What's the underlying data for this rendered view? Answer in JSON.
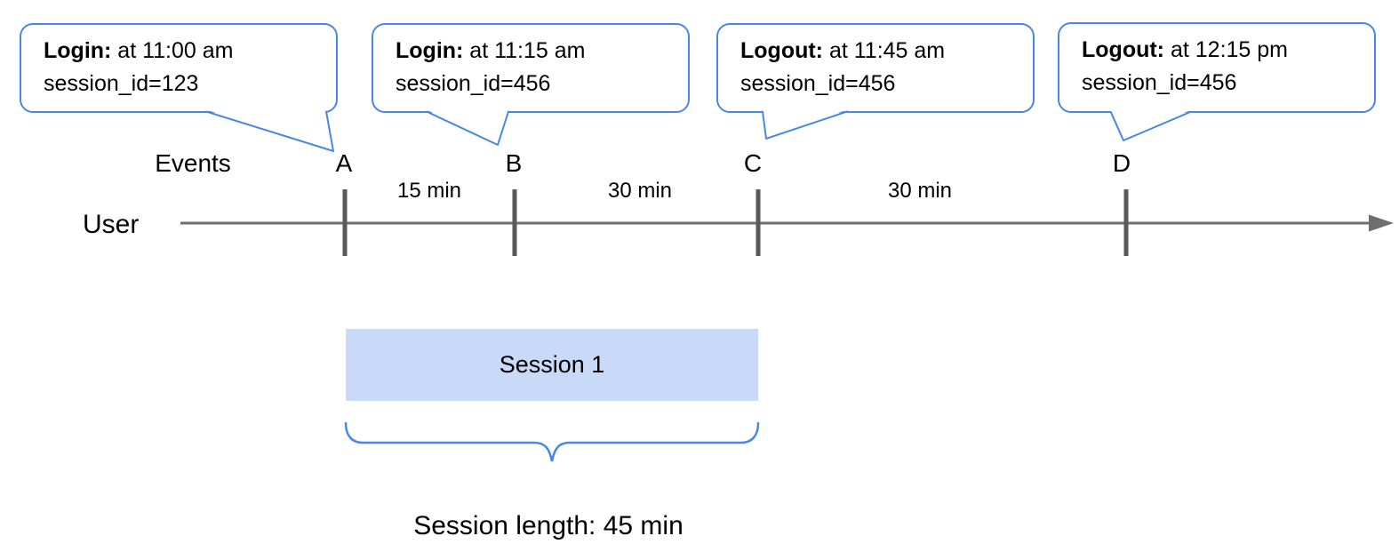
{
  "diagram": {
    "bubbles": [
      {
        "label": "Login:",
        "time": " at 11:00 am",
        "session": "session_id=123"
      },
      {
        "label": "Login:",
        "time": " at 11:15 am",
        "session": "session_id=456"
      },
      {
        "label": "Logout:",
        "time": " at 11:45 am",
        "session": "session_id=456"
      },
      {
        "label": "Logout:",
        "time": " at 12:15 pm",
        "session": "session_id=456"
      }
    ],
    "axis": {
      "events_label": "Events",
      "user_label": "User",
      "ticks": [
        "A",
        "B",
        "C",
        "D"
      ],
      "intervals": [
        "15 min",
        "30 min",
        "30 min"
      ]
    },
    "session_box": {
      "label": "Session 1"
    },
    "session_length": "Session length: 45 min",
    "colors": {
      "accent_blue": "#4a86e8",
      "session_fill": "#c9daf8",
      "axis_gray": "#6e6e6e",
      "tick_gray": "#595959"
    }
  }
}
